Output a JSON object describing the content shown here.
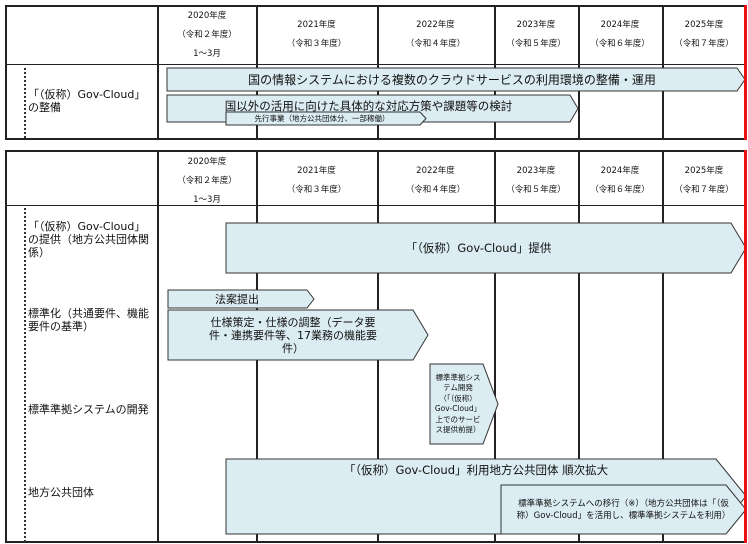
{
  "years": [
    {
      "year": "2020年度",
      "era": "（令和２年度）",
      "note": "1～3月"
    },
    {
      "year": "2021年度",
      "era": "（令和３年度）"
    },
    {
      "year": "2022年度",
      "era": "（令和４年度）"
    },
    {
      "year": "2023年度",
      "era": "（令和５年度）"
    },
    {
      "year": "2024年度",
      "era": "（令和６年度）"
    },
    {
      "year": "2025年度",
      "era": "（令和７年度）"
    }
  ],
  "top": {
    "row_label": "「（仮称）Gov-Cloud」の整備",
    "bar1": "国の情報システムにおける複数のクラウドサービスの利用環境の整備・運用",
    "bar2": "国以外の活用に向けた具体的な対応方策や課題等の検討",
    "bar3": "先行事業（地方公共団体分、一部稼働）"
  },
  "bottom": {
    "rows": [
      {
        "label": "「（仮称）Gov-Cloud」の提供（地方公共団体関係）"
      },
      {
        "label": "標準化（共通要件、機能要件の基準）"
      },
      {
        "label": "標準準拠システムの開発"
      },
      {
        "label": "地方公共団体"
      }
    ],
    "provide": "「（仮称）Gov-Cloud」提供",
    "bill": "法案提出",
    "spec": "仕様策定・仕様の調整（データ要件・連携要件等、17業務の機能要件）",
    "dev": "標準準拠システム開発（「（仮称）Gov-Cloud」上でのサービス提供前提）",
    "expand": "「（仮称）Gov-Cloud」利用地方公共団体 順次拡大",
    "migrate": "標準準拠システムへの移行（※）（地方公共団体は「（仮称）Gov-Cloud」を活用し、標準準拠システムを利用）"
  },
  "colors": {
    "bar_fill": "#dbecf2",
    "bar_stroke": "#333333",
    "red_line": "#ee1111"
  }
}
